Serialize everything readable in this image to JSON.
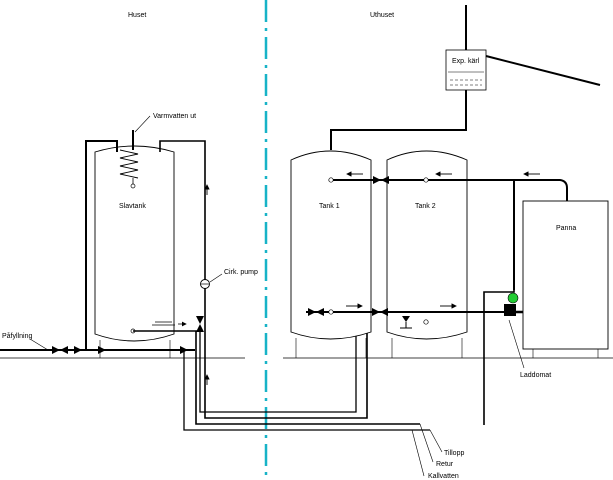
{
  "diagram": {
    "sections": {
      "left": "Huset",
      "right": "Uthuset"
    },
    "labels": {
      "varmvatten_ut": "Varmvatten ut",
      "slavtank": "Slavtank",
      "cirk_pump": "Cirk. pump",
      "pafyllning": "Påfyllning",
      "tank1": "Tank 1",
      "tank2": "Tank 2",
      "exp_karl": "Exp. kärl",
      "panna": "Panna",
      "laddomat": "Laddomat",
      "tillopp": "Tillopp",
      "retur": "Retur",
      "kallvatten": "Kallvatten"
    },
    "colors": {
      "divider": "#17b3c7",
      "pump": "#22cc33",
      "pipe": "#000000",
      "tank_fill": "#ffffff"
    }
  }
}
